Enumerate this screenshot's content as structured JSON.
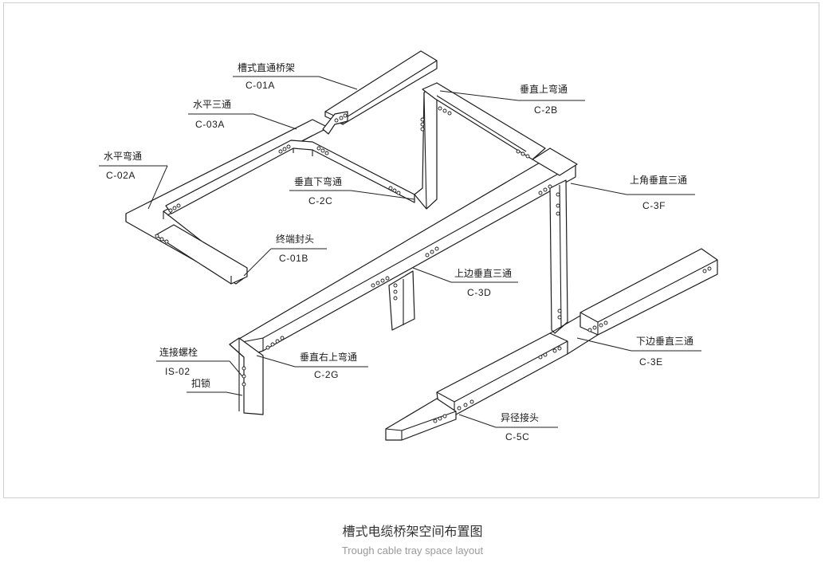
{
  "caption": {
    "title": "槽式电缆桥架空间布置图",
    "subtitle": "Trough cable tray space layout"
  },
  "callouts": [
    {
      "id": "c01a",
      "name": "槽式直通桥架",
      "code": "C-01A"
    },
    {
      "id": "c03a",
      "name": "水平三通",
      "code": "C-03A"
    },
    {
      "id": "c02a",
      "name": "水平弯通",
      "code": "C-02A"
    },
    {
      "id": "c2c",
      "name": "垂直下弯通",
      "code": "C-2C"
    },
    {
      "id": "c01b",
      "name": "终端封头",
      "code": "C-01B"
    },
    {
      "id": "c2b",
      "name": "垂直上弯通",
      "code": "C-2B"
    },
    {
      "id": "c3f",
      "name": "上角垂直三通",
      "code": "C-3F"
    },
    {
      "id": "c3d",
      "name": "上边垂直三通",
      "code": "C-3D"
    },
    {
      "id": "is02",
      "name": "连接螺栓",
      "code": "IS-02"
    },
    {
      "id": "lock",
      "name": "扣锁",
      "code": ""
    },
    {
      "id": "c2g",
      "name": "垂直右上弯通",
      "code": "C-2G"
    },
    {
      "id": "c3e",
      "name": "下边垂直三通",
      "code": "C-3E"
    },
    {
      "id": "c5c",
      "name": "异径接头",
      "code": "C-5C"
    }
  ]
}
